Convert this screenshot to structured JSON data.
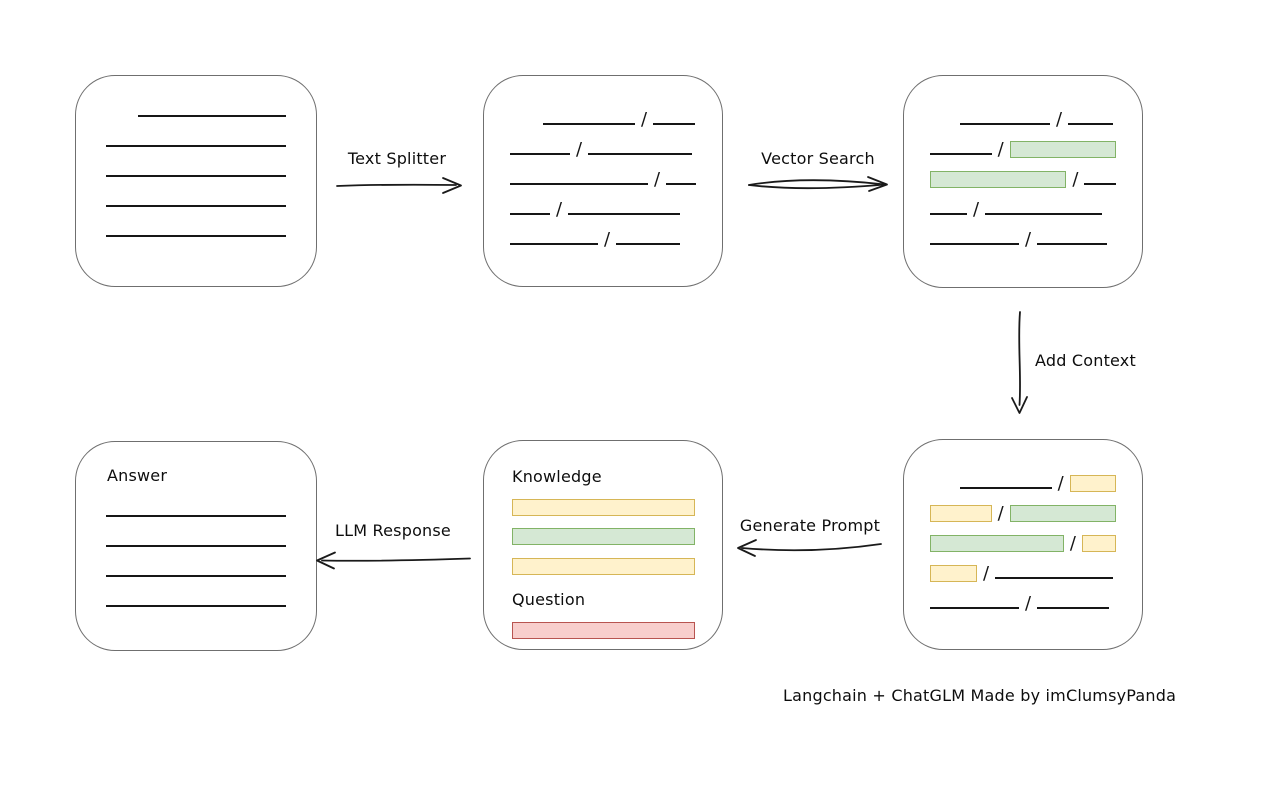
{
  "diagram": {
    "caption": "Langchain + ChatGLM Made by imClumsyPanda",
    "separator": "/",
    "colors": {
      "green_fill": "#d5e8d4",
      "green_border": "#82b366",
      "yellow_fill": "#fff2cc",
      "yellow_border": "#d6b656",
      "red_fill": "#f8cecc",
      "red_border": "#b85450",
      "box_border": "#6f6f6f",
      "line": "#161616"
    },
    "edges": {
      "text_splitter": {
        "label": "Text Splitter"
      },
      "vector_search": {
        "label": "Vector Search"
      },
      "add_context": {
        "label": "Add Context"
      },
      "generate_prompt": {
        "label": "Generate Prompt"
      },
      "llm_response": {
        "label": "LLM Response"
      }
    },
    "nodes": {
      "document": {
        "rows": [
          {
            "indent": 32,
            "segments": [
              {
                "kind": "line",
                "w": 148
              }
            ]
          },
          {
            "segments": [
              {
                "kind": "line",
                "w": 180
              }
            ]
          },
          {
            "segments": [
              {
                "kind": "line",
                "w": 180
              }
            ]
          },
          {
            "segments": [
              {
                "kind": "line",
                "w": 180
              }
            ]
          },
          {
            "segments": [
              {
                "kind": "line",
                "w": 180
              }
            ]
          }
        ]
      },
      "split_text": {
        "rows": [
          {
            "indent": 33,
            "segments": [
              {
                "kind": "line",
                "w": 92
              },
              {
                "kind": "line",
                "w": 42
              }
            ]
          },
          {
            "segments": [
              {
                "kind": "line",
                "w": 60
              },
              {
                "kind": "line",
                "w": 104
              }
            ]
          },
          {
            "segments": [
              {
                "kind": "line",
                "w": 138
              },
              {
                "kind": "line",
                "w": 30
              }
            ]
          },
          {
            "segments": [
              {
                "kind": "line",
                "w": 40
              },
              {
                "kind": "line",
                "w": 112
              }
            ]
          },
          {
            "segments": [
              {
                "kind": "line",
                "w": 88
              },
              {
                "kind": "line",
                "w": 64
              }
            ]
          }
        ]
      },
      "vector_result": {
        "rows": [
          {
            "indent": 30,
            "segments": [
              {
                "kind": "line",
                "w": 90
              },
              {
                "kind": "line",
                "w": 45
              }
            ]
          },
          {
            "segments": [
              {
                "kind": "line",
                "w": 62
              },
              {
                "kind": "green",
                "w": 107
              }
            ]
          },
          {
            "segments": [
              {
                "kind": "green",
                "w": 138
              },
              {
                "kind": "line",
                "w": 32
              }
            ]
          },
          {
            "segments": [
              {
                "kind": "line",
                "w": 37
              },
              {
                "kind": "line",
                "w": 117
              }
            ]
          },
          {
            "segments": [
              {
                "kind": "line",
                "w": 89
              },
              {
                "kind": "line",
                "w": 70
              }
            ]
          }
        ]
      },
      "context_result": {
        "rows": [
          {
            "indent": 30,
            "segments": [
              {
                "kind": "line",
                "w": 93
              },
              {
                "kind": "yellow",
                "w": 47
              }
            ]
          },
          {
            "segments": [
              {
                "kind": "yellow",
                "w": 62
              },
              {
                "kind": "green",
                "w": 107
              }
            ]
          },
          {
            "segments": [
              {
                "kind": "green",
                "w": 138
              },
              {
                "kind": "yellow",
                "w": 35
              }
            ]
          },
          {
            "segments": [
              {
                "kind": "yellow",
                "w": 47
              },
              {
                "kind": "line",
                "w": 118
              }
            ]
          },
          {
            "segments": [
              {
                "kind": "line",
                "w": 89
              },
              {
                "kind": "line",
                "w": 72
              }
            ]
          }
        ]
      },
      "prompt": {
        "knowledge_label": "Knowledge",
        "question_label": "Question",
        "knowledge_bars": [
          {
            "kind": "yellow"
          },
          {
            "kind": "green"
          },
          {
            "kind": "yellow"
          }
        ],
        "question_bars": [
          {
            "kind": "red"
          }
        ]
      },
      "answer": {
        "label": "Answer",
        "rows": [
          {
            "segments": [
              {
                "kind": "line",
                "w": 180
              }
            ]
          },
          {
            "segments": [
              {
                "kind": "line",
                "w": 180
              }
            ]
          },
          {
            "segments": [
              {
                "kind": "line",
                "w": 180
              }
            ]
          },
          {
            "segments": [
              {
                "kind": "line",
                "w": 180
              }
            ]
          }
        ]
      }
    }
  }
}
